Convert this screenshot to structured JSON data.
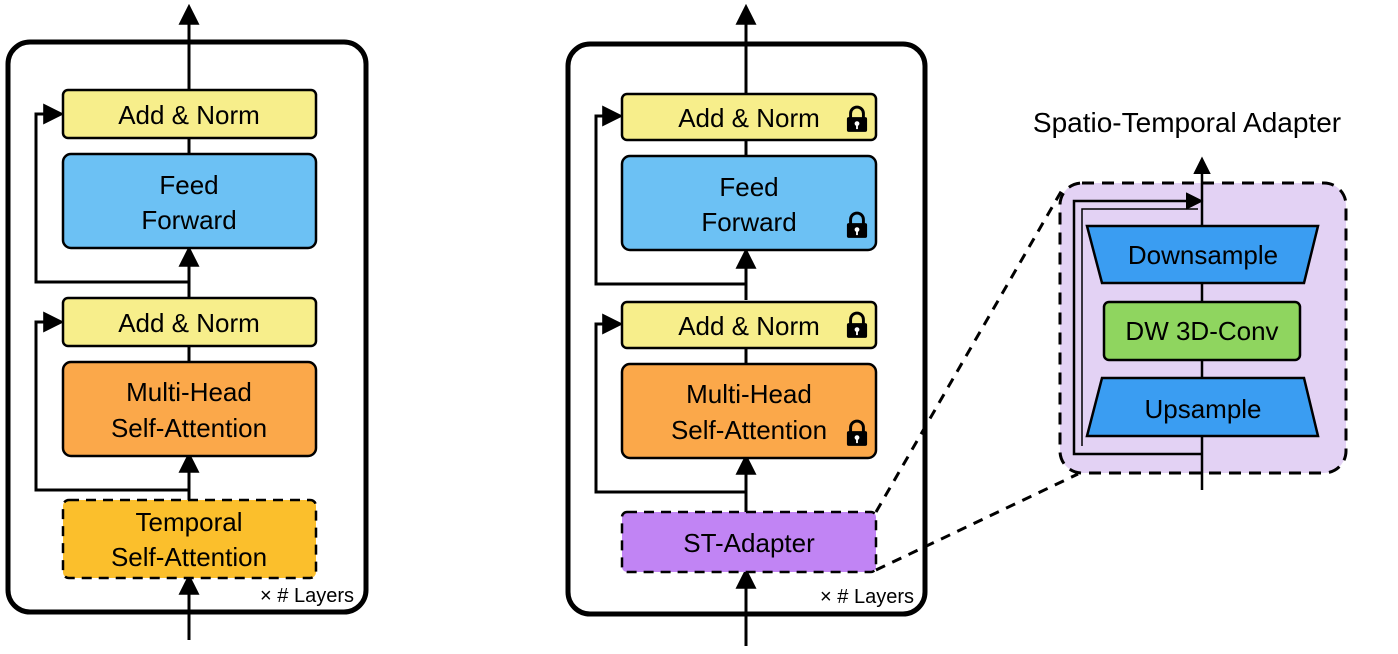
{
  "left_block": {
    "add_norm_top": "Add & Norm",
    "ffn_line1": "Feed",
    "ffn_line2": "Forward",
    "add_norm_mid": "Add & Norm",
    "mhsa_line1": "Multi-Head",
    "mhsa_line2": "Self-Attention",
    "temporal_line1": "Temporal",
    "temporal_line2": "Self-Attention",
    "layers_label": "× # Layers"
  },
  "right_block": {
    "add_norm_top": "Add & Norm",
    "ffn_line1": "Feed",
    "ffn_line2": "Forward",
    "add_norm_mid": "Add & Norm",
    "mhsa_line1": "Multi-Head",
    "mhsa_line2": "Self-Attention",
    "adapter": "ST-Adapter",
    "layers_label": "× # Layers"
  },
  "adapter_detail": {
    "title": "Spatio-Temporal Adapter",
    "downsample": "Downsample",
    "conv": "DW 3D-Conv",
    "upsample": "Upsample"
  },
  "icons": [
    "lock-icon"
  ],
  "colors": {
    "add_norm": "#f7ee8b",
    "feed_forward": "#6cc1f4",
    "attention": "#fba84a",
    "temporal": "#fbbf2c",
    "adapter": "#c184f4",
    "adapter_panel": "#e3d2f4",
    "conv": "#8fd55f",
    "sample": "#3a9df2"
  }
}
